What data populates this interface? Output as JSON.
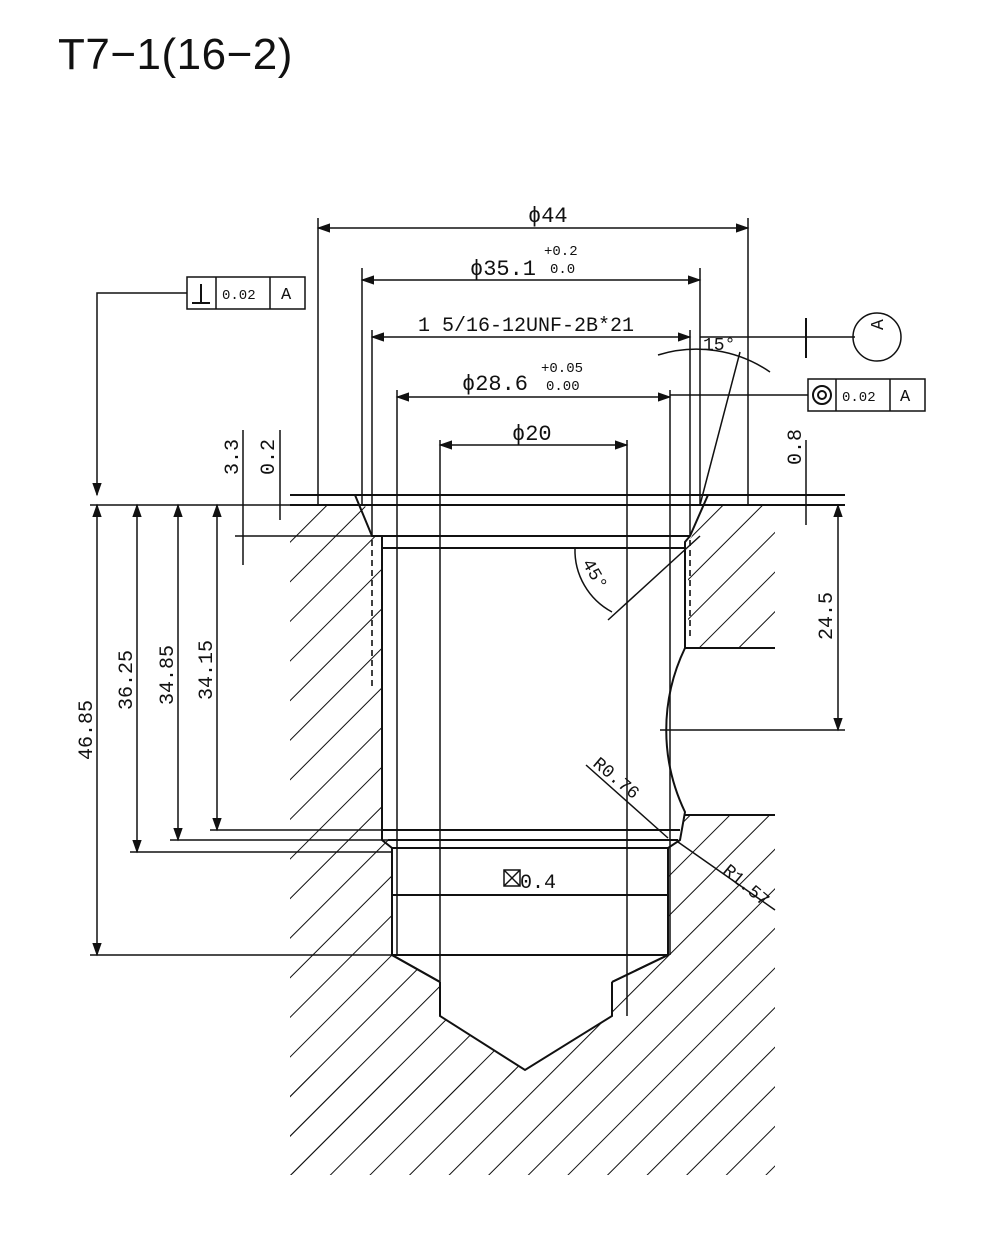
{
  "title": "T7−1(16−2)",
  "dimensions": {
    "d44": "ϕ44",
    "d35": "ϕ35.1",
    "d35_tol_upper": "+0.2",
    "d35_tol_lower": "0.0",
    "thread": "1 5/16-12UNF-2B*21",
    "d28": "ϕ28.6",
    "d28_tol_upper": "+0.05",
    "d28_tol_lower": "0.00",
    "d20": "ϕ20",
    "depth_3_3": "3.3",
    "depth_0_2": "0.2",
    "depth_0_8": "0.8",
    "angle_15": "15°",
    "angle_45": "45°",
    "depth_24_5": "24.5",
    "depth_46_85": "46.85",
    "depth_36_25": "36.25",
    "depth_34_85": "34.85",
    "depth_34_15": "34.15",
    "radius_076": "R0.76",
    "radius_157": "R1.57",
    "square_04": "0.4"
  },
  "tolerance_frames": {
    "perpendicularity": {
      "symbol": "perpendicularity-symbol",
      "value": "0.02",
      "datum": "A"
    },
    "concentricity": {
      "symbol": "concentricity-symbol",
      "value": "0.02",
      "datum": "A"
    }
  },
  "datum": {
    "label": "A"
  }
}
